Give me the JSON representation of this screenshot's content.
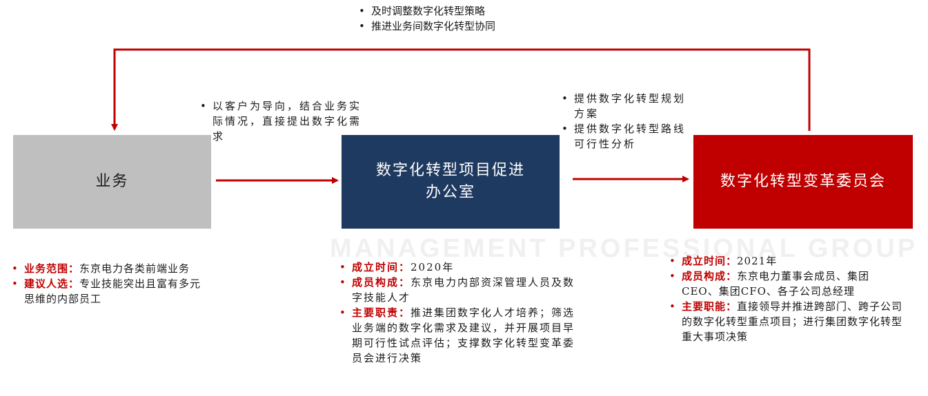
{
  "top_feedback": [
    "及时调整数字化转型策略",
    "推进业务间数字化转型协同"
  ],
  "arrow1_notes": [
    "以客户为导向，结合业务实际情况，直接提出数字化需求"
  ],
  "arrow2_notes": [
    "提供数字化转型规划方案",
    "提供数字化转型路线可行性分析"
  ],
  "nodes": {
    "business": {
      "label": "业务"
    },
    "office": {
      "label_line1": "数字化转型项目促进",
      "label_line2": "办公室"
    },
    "committee": {
      "label": "数字化转型变革委员会"
    }
  },
  "business_details": [
    {
      "label": "业务范围：",
      "text": "东京电力各类前端业务"
    },
    {
      "label": "建议人选：",
      "text": "专业技能突出且富有多元思维的内部员工"
    }
  ],
  "office_details": [
    {
      "label": "成立时间：",
      "text": "2020年"
    },
    {
      "label": "成员构成：",
      "text": "东京电力内部资深管理人员及数字技能人才"
    },
    {
      "label": "主要职责：",
      "text": "推进集团数字化人才培养；筛选业务端的数字化需求及建议，并开展项目早期可行性试点评估；支撑数字化转型变革委员会进行决策"
    }
  ],
  "committee_details": [
    {
      "label": "成立时间：",
      "text": "2021年"
    },
    {
      "label": "成员构成：",
      "text": "东京电力董事会成员、集团CEO、集团CFO、各子公司总经理"
    },
    {
      "label": "主要职能：",
      "text": "直接领导并推进跨部门、跨子公司的数字化转型重点项目；进行集团数字化转型重大事项决策"
    }
  ],
  "watermark": {
    "text": "MANAGEMENT PROFESSIONAL GROUP"
  },
  "colors": {
    "arrow": "#c00000",
    "business_box": "#bfbfbf",
    "office_box": "#1f3a60",
    "committee_box": "#c00000",
    "label_red": "#c00000"
  }
}
